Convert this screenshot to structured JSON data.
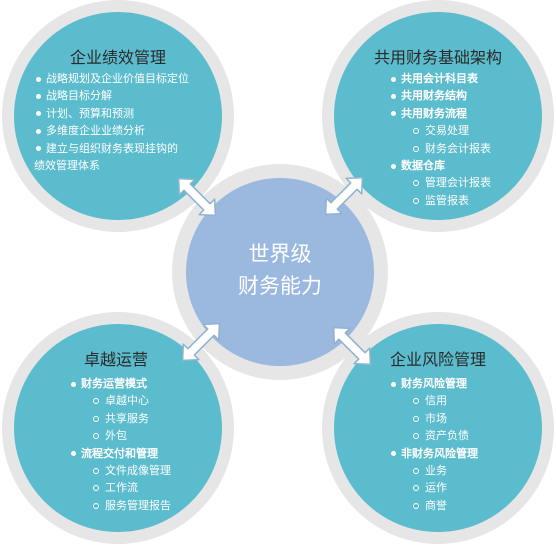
{
  "center": {
    "line1": "世界级",
    "line2": "财务能力"
  },
  "top_left": {
    "title": "企业绩效管理",
    "items": [
      {
        "label": "战略规划及企业价值目标定位"
      },
      {
        "label": "战略目标分解"
      },
      {
        "label": "计划、预算和预测"
      },
      {
        "label": "多维度企业业绩分析"
      },
      {
        "label": "建立与组织财务表现挂钩的",
        "label2": "绩效管理体系"
      }
    ]
  },
  "top_right": {
    "title": "共用财务基础架构",
    "items": [
      {
        "label": "共用会计科目表"
      },
      {
        "label": "共用财务结构"
      },
      {
        "label": "共用财务流程",
        "subs": [
          "交易处理",
          "财务会计报表"
        ]
      },
      {
        "label": "数据仓库",
        "subs": [
          "管理会计报表",
          "监管报表"
        ]
      }
    ]
  },
  "bottom_left": {
    "title": "卓越运营",
    "items": [
      {
        "label": "财务运营模式",
        "subs": [
          "卓越中心",
          "共享服务",
          "外包"
        ]
      },
      {
        "label": "流程交付和管理",
        "subs": [
          "文件成像管理",
          "工作流",
          "服务管理报告"
        ]
      }
    ]
  },
  "bottom_right": {
    "title": "企业风险管理",
    "items": [
      {
        "label": "财务风险管理",
        "subs": [
          "信用",
          "市场",
          "资产负债"
        ]
      },
      {
        "label": "非财务风险管理",
        "subs": [
          "业务",
          "运作",
          "商誉"
        ]
      }
    ]
  },
  "colors": {
    "circle": "#5bbccd",
    "center": "#9bb9df",
    "ring": "#e6e6e6",
    "arrow": "#ffffff"
  }
}
